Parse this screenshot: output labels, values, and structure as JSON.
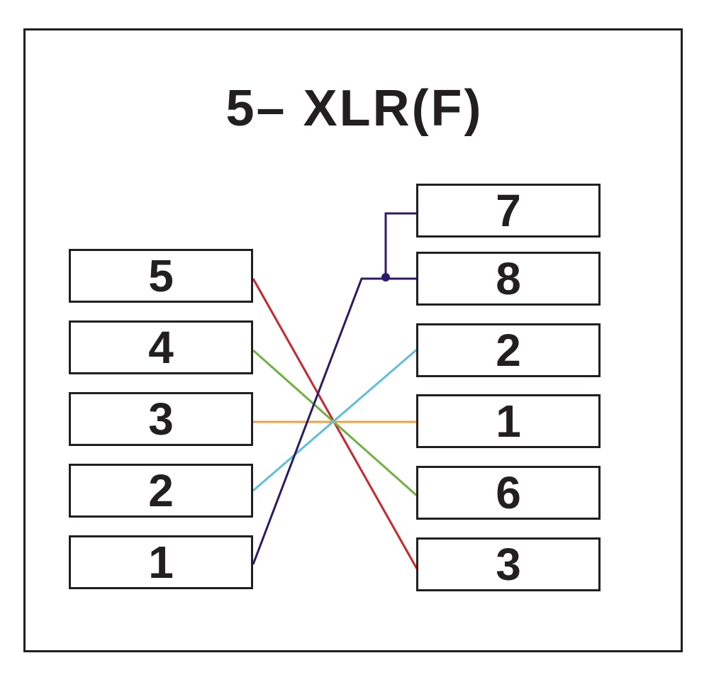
{
  "title": "5– XLR(F)",
  "left_pins": [
    "5",
    "4",
    "3",
    "2",
    "1"
  ],
  "right_pins": [
    "7",
    "8",
    "2",
    "1",
    "6",
    "3"
  ],
  "wires": [
    {
      "from": "left-5",
      "to": "right-3",
      "color": "#d2232a"
    },
    {
      "from": "left-4",
      "to": "right-6",
      "color": "#6cb33f"
    },
    {
      "from": "left-3",
      "to": "right-1",
      "color": "#f5a040"
    },
    {
      "from": "left-2",
      "to": "right-2",
      "color": "#5bc0de"
    },
    {
      "from": "left-1",
      "to": "right-7-8",
      "color": "#2e1a6b"
    }
  ]
}
